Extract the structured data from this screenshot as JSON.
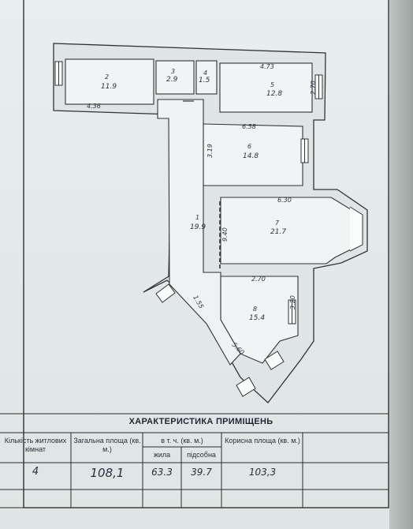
{
  "rooms": [
    {
      "no": "2",
      "area": "11.9"
    },
    {
      "no": "3",
      "area": "2.9"
    },
    {
      "no": "4",
      "area": "1.5"
    },
    {
      "no": "5",
      "area": "12.8"
    },
    {
      "no": "6",
      "area": "14.8"
    },
    {
      "no": "1",
      "area": "19.9"
    },
    {
      "no": "7",
      "area": "21.7"
    },
    {
      "no": "8",
      "area": "15.4"
    }
  ],
  "dimensions": [
    "4.73",
    "2.70",
    "4.36",
    "6.58",
    "3.19",
    "6.30",
    "9.40",
    "2.70",
    "3.20",
    "1.55",
    "5.60"
  ],
  "summary": {
    "title": "ХАРАКТЕРИСТИКА ПРИМІЩЕНЬ",
    "rooms_count_label": "Кількість житлових кімнат",
    "total_area_label": "Загальна площа (кв. м.)",
    "incl_label": "в т. ч. (кв. м.)",
    "living_label": "жила",
    "aux_label": "підсобна",
    "useful_label": "Корисна площа (кв. м.)",
    "rooms_count": "4",
    "total_area": "108,1",
    "living": "63.3",
    "aux": "39.7",
    "useful": "103,3"
  }
}
